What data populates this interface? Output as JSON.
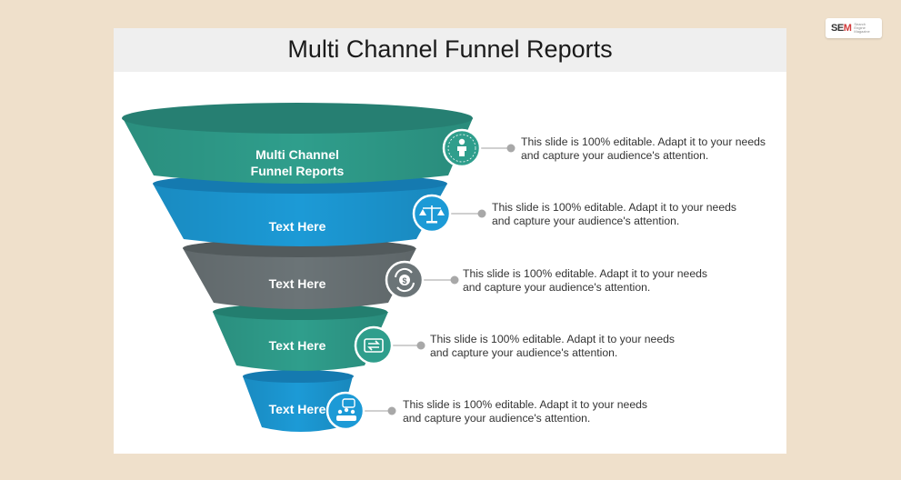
{
  "logo": {
    "mark_s": "SE",
    "mark_m": "M",
    "sub": "Search Engine Magazine"
  },
  "slide": {
    "title": "Multi Channel Funnel Reports"
  },
  "funnel": [
    {
      "label_line1": "Multi Channel",
      "label_line2": "Funnel Reports",
      "color": "#2f9e8c",
      "icon": "person-icon",
      "desc_line1": "This slide is 100% editable. Adapt it to your needs",
      "desc_line2": "and capture your audience's attention."
    },
    {
      "label_line1": "Text Here",
      "label_line2": "",
      "color": "#1c9ad6",
      "icon": "scales-icon",
      "desc_line1": "This slide is 100% editable. Adapt it to your needs",
      "desc_line2": "and capture your audience's attention."
    },
    {
      "label_line1": "Text Here",
      "label_line2": "",
      "color": "#6b7477",
      "icon": "dollar-cycle-icon",
      "desc_line1": "This slide is 100% editable. Adapt it to your needs",
      "desc_line2": "and capture your audience's attention."
    },
    {
      "label_line1": "Text Here",
      "label_line2": "",
      "color": "#2f9e8c",
      "icon": "exchange-icon",
      "desc_line1": "This slide is 100% editable. Adapt it to your needs",
      "desc_line2": "and capture your audience's attention."
    },
    {
      "label_line1": "Text Here",
      "label_line2": "",
      "color": "#1c9ad6",
      "icon": "meeting-chat-icon",
      "desc_line1": "This slide is 100% editable. Adapt it to your needs",
      "desc_line2": "and capture your audience's attention."
    }
  ]
}
